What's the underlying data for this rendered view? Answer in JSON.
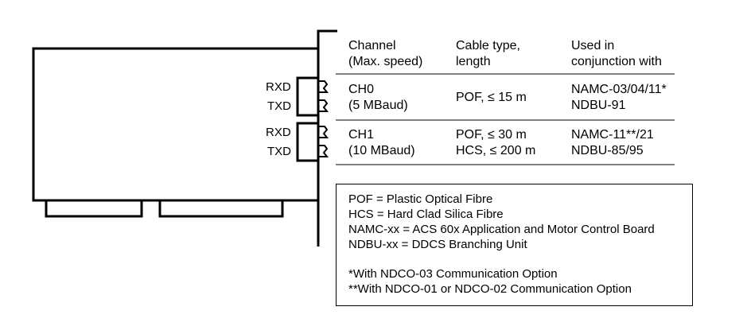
{
  "ports": {
    "ch0_rx": "RXD",
    "ch0_tx": "TXD",
    "ch1_rx": "RXD",
    "ch1_tx": "TXD"
  },
  "table": {
    "headers": [
      {
        "line1": "Channel",
        "line2": "(Max. speed)"
      },
      {
        "line1": "Cable type,",
        "line2": "length"
      },
      {
        "line1": "Used in",
        "line2": "conjunction with"
      }
    ],
    "rows": [
      {
        "channel": "CH0",
        "speed": "(5 MBaud)",
        "cable_1": "POF, ≤ 15 m",
        "cable_2": "",
        "used_1": "NAMC-03/04/11*",
        "used_2": "NDBU-91"
      },
      {
        "channel": "CH1",
        "speed": "(10 MBaud)",
        "cable_1": "POF, ≤ 30 m",
        "cable_2": "HCS, ≤ 200 m",
        "used_1": "NAMC-11**/21",
        "used_2": "NDBU-85/95"
      }
    ]
  },
  "legend": {
    "lines": [
      "POF = Plastic Optical Fibre",
      "HCS = Hard Clad Silica Fibre",
      "NAMC-xx = ACS 60x Application and Motor Control Board",
      "NDBU-xx = DDCS Branching Unit"
    ],
    "notes": [
      "*With NDCO-03 Communication Option",
      "**With NDCO-01 or NDCO-02 Communication Option"
    ]
  }
}
